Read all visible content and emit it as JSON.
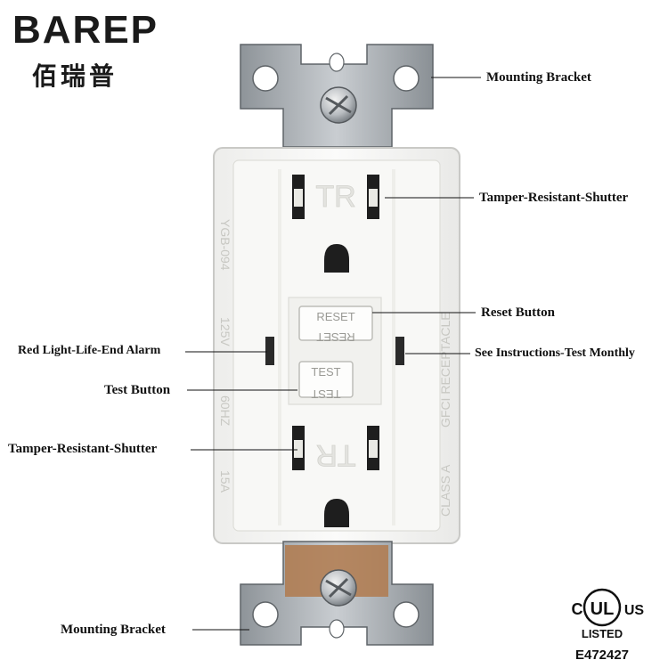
{
  "brand": {
    "name_en": "BAREP",
    "name_cn": "佰瑞普"
  },
  "labels": {
    "mounting_bracket_top": "Mounting Bracket",
    "tamper_shutter_right": "Tamper-Resistant-Shutter",
    "reset_button": "Reset Button",
    "red_light_alarm": "Red Light-Life-End Alarm",
    "see_instructions": "See Instructions-Test Monthly",
    "test_button": "Test Button",
    "tamper_shutter_left": "Tamper-Resistant-Shutter",
    "mounting_bracket_bottom": "Mounting Bracket"
  },
  "device": {
    "model": "YGB-094",
    "voltage": "125V",
    "frequency": "60HZ",
    "current": "15A",
    "type_text": "GFCI RECEPTACLE",
    "class_text": "CLASS A",
    "tr_mark": "TR",
    "reset_label": "RESET",
    "test_label": "TEST"
  },
  "certification": {
    "mark_c": "C",
    "mark_ul": "UL",
    "mark_us": "US",
    "listed": "LISTED",
    "file_number": "E472427"
  },
  "colors": {
    "metal": "#a9aeb3",
    "metal_dark": "#6d7378",
    "copper": "#b07a4e",
    "body": "#f4f4f2",
    "face": "#fbfbfa"
  }
}
